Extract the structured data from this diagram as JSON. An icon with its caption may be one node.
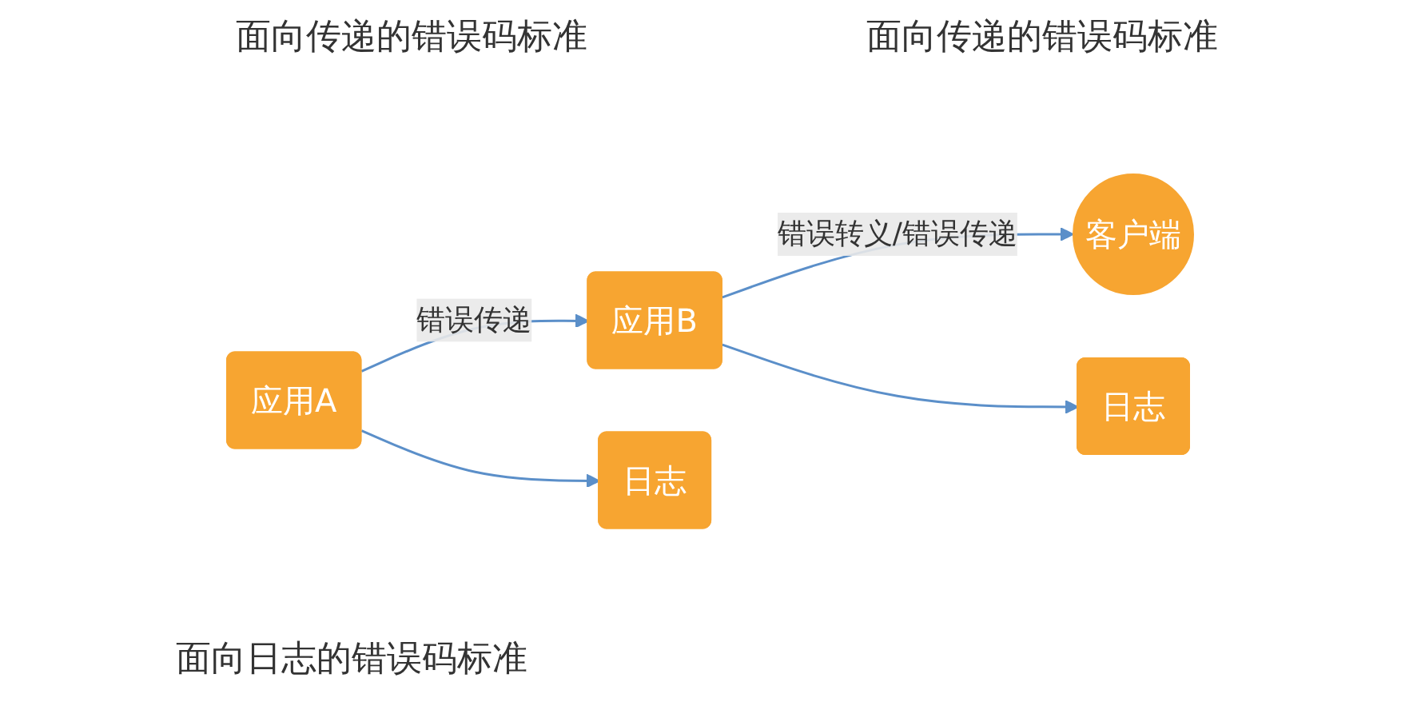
{
  "diagram": {
    "nodes": [
      {
        "text": [
          "应用A"
        ]
      },
      {
        "text": [
          "应用B"
        ]
      },
      {
        "text": [
          "客户端"
        ]
      },
      {
        "text": [
          "日志"
        ]
      },
      {
        "text": [
          "日志"
        ]
      }
    ],
    "edges": [
      {
        "from": 0,
        "to": 1,
        "arrow": "to",
        "label": "错误传递"
      },
      {
        "from": 1,
        "to": 2,
        "arrow": "to",
        "label": "错误转义/错误传递"
      },
      {
        "from": 0,
        "to": 3,
        "arrow": "to"
      },
      {
        "from": 1,
        "to": 4,
        "arrow": "to"
      }
    ],
    "labels": [
      "面向传递的错误码标准",
      "面向传递的错误码标准",
      "面向日志的错误码标准"
    ]
  }
}
